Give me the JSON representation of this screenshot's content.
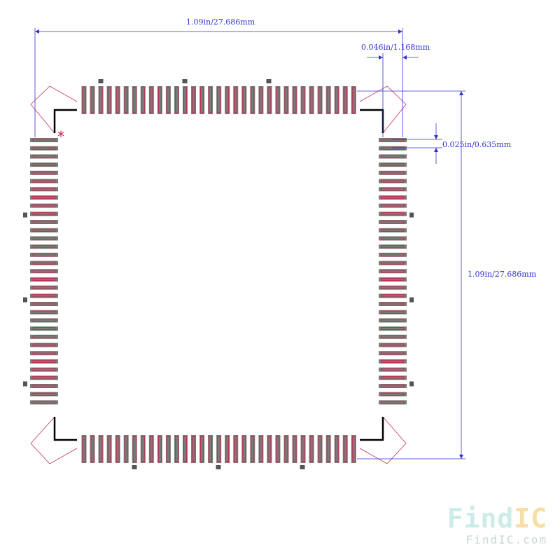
{
  "diagram": {
    "title": "",
    "dimensions": {
      "top_width": "1.09in/27.686mm",
      "pad_width": "0.046in/1.168mm",
      "pitch": "0.025in/0.635mm",
      "right_height": "1.09in/27.686mm"
    },
    "pads_per_side": 33,
    "pin1_marker": "*",
    "colors": {
      "pad": "#7a7a7a",
      "pad_outline": "#cc2244",
      "dimension": "#3333cc",
      "silkscreen": "#000000",
      "courtyard": "#cc3355"
    }
  },
  "watermark": {
    "brand_find": "Find",
    "brand_ic": "IC",
    "url": "FindIC.com"
  }
}
